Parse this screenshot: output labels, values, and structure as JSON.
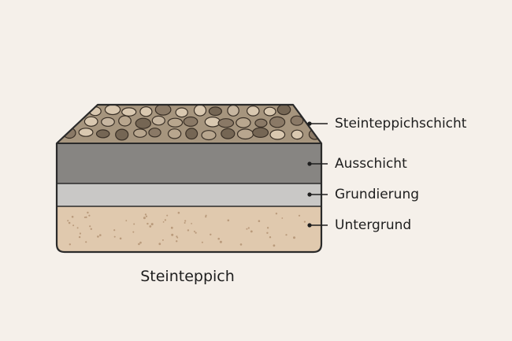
{
  "diagram": {
    "caption": "Steinteppich",
    "layers": [
      {
        "id": "stone",
        "label": "Steinteppichschicht",
        "color": "#a6957e"
      },
      {
        "id": "coat",
        "label": "Ausschicht",
        "color": "#878582"
      },
      {
        "id": "primer",
        "label": "Grundierung",
        "color": "#c9c8c6"
      },
      {
        "id": "substrate",
        "label": "Untergrund",
        "color": "#e0c9ae"
      }
    ],
    "stone_colors": [
      "#8a7966",
      "#c7b6a0",
      "#d9c8b0",
      "#756654",
      "#b8a68e"
    ],
    "outline_color": "#2a2a2a",
    "background": "#f5f0ea"
  }
}
